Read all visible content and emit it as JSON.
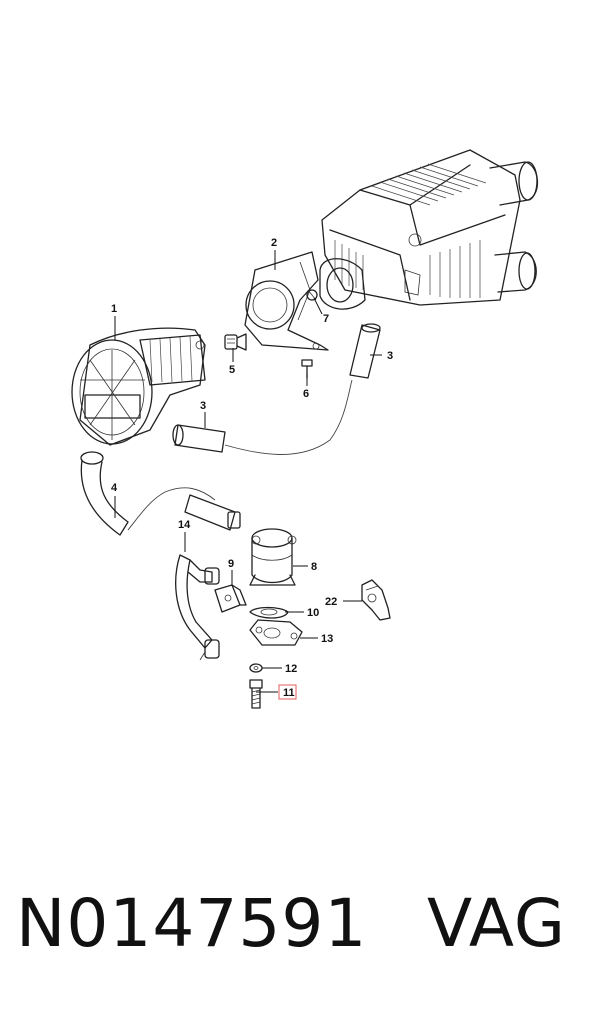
{
  "diagram": {
    "callouts": {
      "c1": "1",
      "c2": "2",
      "c3a": "3",
      "c3b": "3",
      "c4": "4",
      "c5": "5",
      "c6": "6",
      "c7": "7",
      "c8": "8",
      "c9": "9",
      "c10": "10",
      "c11": "11",
      "c12": "12",
      "c13": "13",
      "c14": "14",
      "c22": "22"
    },
    "highlight_color": "#e05c5c"
  },
  "caption": {
    "part_number": "N0147591",
    "brand": "VAG"
  }
}
